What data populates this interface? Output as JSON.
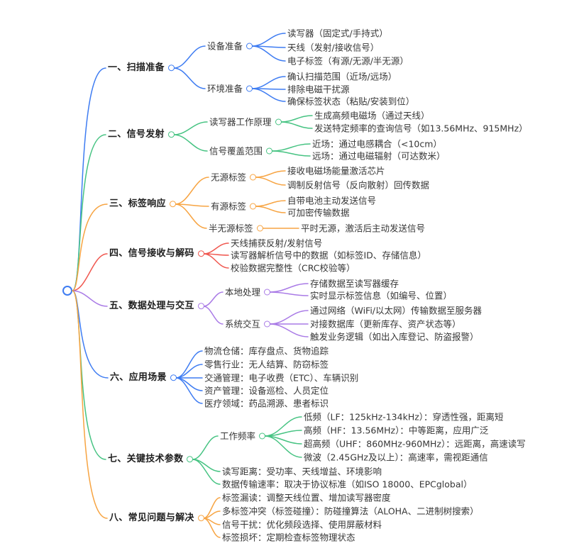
{
  "colors": {
    "blue": "#3E7CF2",
    "green": "#46C382",
    "orange": "#F7A442",
    "red": "#F05850",
    "purple": "#A97AE6",
    "text": "#363636",
    "heading_text": "#1E1E1E",
    "node_fill": "#FFFFFF",
    "background": "#FFFFFF"
  },
  "branches": [
    {
      "id": "b1",
      "label": "一、扫描准备",
      "color": "blue",
      "children": [
        {
          "id": "b1-1",
          "label": "设备准备",
          "children": [
            {
              "id": "b1-1-1",
              "label": "读写器（固定式/手持式）"
            },
            {
              "id": "b1-1-2",
              "label": "天线（发射/接收信号）"
            },
            {
              "id": "b1-1-3",
              "label": "电子标签（有源/无源/半无源）"
            }
          ]
        },
        {
          "id": "b1-2",
          "label": "环境准备",
          "children": [
            {
              "id": "b1-2-1",
              "label": "确认扫描范围（近场/远场）"
            },
            {
              "id": "b1-2-2",
              "label": "排除电磁干扰源"
            },
            {
              "id": "b1-2-3",
              "label": "确保标签状态（粘贴/安装到位）"
            }
          ]
        }
      ]
    },
    {
      "id": "b2",
      "label": "二、信号发射",
      "color": "green",
      "children": [
        {
          "id": "b2-1",
          "label": "读写器工作原理",
          "children": [
            {
              "id": "b2-1-1",
              "label": "生成高频电磁场（通过天线）"
            },
            {
              "id": "b2-1-2",
              "label": "发送特定频率的查询信号（如13.56MHz、915MHz）"
            }
          ]
        },
        {
          "id": "b2-2",
          "label": "信号覆盖范围",
          "children": [
            {
              "id": "b2-2-1",
              "label": "近场：通过电感耦合（<10cm）"
            },
            {
              "id": "b2-2-2",
              "label": "远场：通过电磁辐射（可达数米）"
            }
          ]
        }
      ]
    },
    {
      "id": "b3",
      "label": "三、标签响应",
      "color": "orange",
      "children": [
        {
          "id": "b3-1",
          "label": "无源标签",
          "children": [
            {
              "id": "b3-1-1",
              "label": "接收电磁场能量激活芯片"
            },
            {
              "id": "b3-1-2",
              "label": "调制反射信号（反向散射）回传数据"
            }
          ]
        },
        {
          "id": "b3-2",
          "label": "有源标签",
          "children": [
            {
              "id": "b3-2-1",
              "label": "自带电池主动发送信号"
            },
            {
              "id": "b3-2-2",
              "label": "可加密传输数据"
            }
          ]
        },
        {
          "id": "b3-3",
          "label": "半无源标签",
          "children": [
            {
              "id": "b3-3-1",
              "label": "平时无源，激活后主动发送信号"
            }
          ]
        }
      ]
    },
    {
      "id": "b4",
      "label": "四、信号接收与解码",
      "color": "red",
      "children": [
        {
          "id": "b4-1",
          "label": "天线捕获反射/发射信号"
        },
        {
          "id": "b4-2",
          "label": "读写器解析信号中的数据（如标签ID、存储信息）"
        },
        {
          "id": "b4-3",
          "label": "校验数据完整性（CRC校验等）"
        }
      ]
    },
    {
      "id": "b5",
      "label": "五、数据处理与交互",
      "color": "purple",
      "children": [
        {
          "id": "b5-1",
          "label": "本地处理",
          "children": [
            {
              "id": "b5-1-1",
              "label": "存储数据至读写器缓存"
            },
            {
              "id": "b5-1-2",
              "label": "实时显示标签信息（如编号、位置）"
            }
          ]
        },
        {
          "id": "b5-2",
          "label": "系统交互",
          "children": [
            {
              "id": "b5-2-1",
              "label": "通过网络（WiFi/以太网）传输数据至服务器"
            },
            {
              "id": "b5-2-2",
              "label": "对接数据库（更新库存、资产状态等）"
            },
            {
              "id": "b5-2-3",
              "label": "触发业务逻辑（如出入库登记、防盗报警）"
            }
          ]
        }
      ]
    },
    {
      "id": "b6",
      "label": "六、应用场景",
      "color": "blue",
      "children": [
        {
          "id": "b6-1",
          "label": "物流仓储：库存盘点、货物追踪"
        },
        {
          "id": "b6-2",
          "label": "零售行业：无人结算、防窃标签"
        },
        {
          "id": "b6-3",
          "label": "交通管理：电子收费（ETC）、车辆识别"
        },
        {
          "id": "b6-4",
          "label": "资产管理：设备巡检、人员定位"
        },
        {
          "id": "b6-5",
          "label": "医疗领域：药品溯源、患者标识"
        }
      ]
    },
    {
      "id": "b7",
      "label": "七、关键技术参数",
      "color": "green",
      "children": [
        {
          "id": "b7-1",
          "label": "工作频率",
          "children": [
            {
              "id": "b7-1-1",
              "label": "低频（LF：125kHz-134kHz）：穿透性强，距离短"
            },
            {
              "id": "b7-1-2",
              "label": "高频（HF：13.56MHz）：中等距离，应用广泛"
            },
            {
              "id": "b7-1-3",
              "label": "超高频（UHF：860MHz-960MHz）：远距离，高速读写"
            },
            {
              "id": "b7-1-4",
              "label": "微波（2.45GHz及以上）：高速率，需视距通信"
            }
          ]
        },
        {
          "id": "b7-2",
          "label": "读写距离：受功率、天线增益、环境影响"
        },
        {
          "id": "b7-3",
          "label": "数据传输速率：取决于协议标准（如ISO 18000、EPCglobal）"
        }
      ]
    },
    {
      "id": "b8",
      "label": "八、常见问题与解决",
      "color": "orange",
      "children": [
        {
          "id": "b8-1",
          "label": "标签漏读：调整天线位置、增加读写器密度"
        },
        {
          "id": "b8-2",
          "label": "多标签冲突（标签碰撞）：防碰撞算法（ALOHA、二进制树搜索）"
        },
        {
          "id": "b8-3",
          "label": "信号干扰：优化频段选择、使用屏蔽材料"
        },
        {
          "id": "b8-4",
          "label": "标签损坏：定期检查标签物理状态"
        }
      ]
    }
  ]
}
